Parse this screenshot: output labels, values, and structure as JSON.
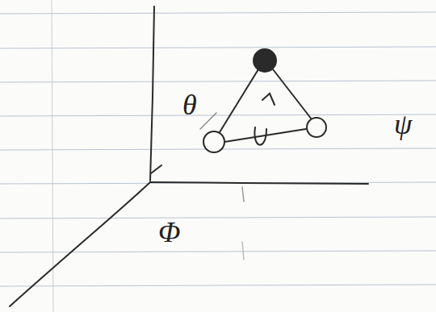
{
  "diagram": {
    "labels": [
      "θ",
      "ψ",
      "Φ"
    ]
  }
}
